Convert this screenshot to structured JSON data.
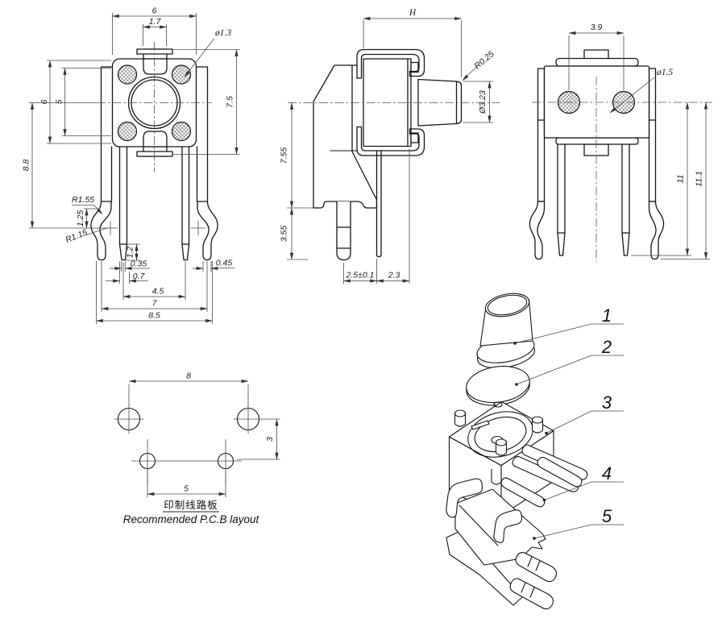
{
  "front": {
    "dim_top_width": "6",
    "dim_stem_width": "1.7",
    "dim_rivet_hole": "ø1.3",
    "dim_height": "7.5",
    "dim_left_6": "6",
    "dim_left_5": "5",
    "dim_left_8_8": "8.8",
    "dim_r1_55": "R1.55",
    "dim_1_25": "1.25",
    "dim_r1_15": "R1.15",
    "dim_taper": "1.2",
    "dim_tip_width": "0.35",
    "dim_leg_width": "0.7",
    "dim_pitch_4_5": "4.5",
    "dim_pitch_7": "7",
    "dim_span_8_5": "8.5",
    "dim_outer_tip": "0.45"
  },
  "side": {
    "dim_H": "H",
    "dim_r0_25": "R0.25",
    "dim_plunger_dia": "Ø3.23",
    "dim_7_55": "7.55",
    "dim_3_55": "3.55",
    "dim_2_5": "2.5±0.1",
    "dim_2_3": "2.3"
  },
  "rear": {
    "dim_3_9": "3.9",
    "dim_rivet_hole": "ø1.5",
    "dim_11": "11",
    "dim_11_1": "11.1"
  },
  "pcb": {
    "dim_8": "8",
    "dim_3": "3",
    "dim_5": "5",
    "caption_zh": "印制线路板",
    "caption_en": "Recommended P.C.B layout"
  },
  "exploded": {
    "part_numbers": [
      "1",
      "2",
      "3",
      "4",
      "5"
    ]
  }
}
